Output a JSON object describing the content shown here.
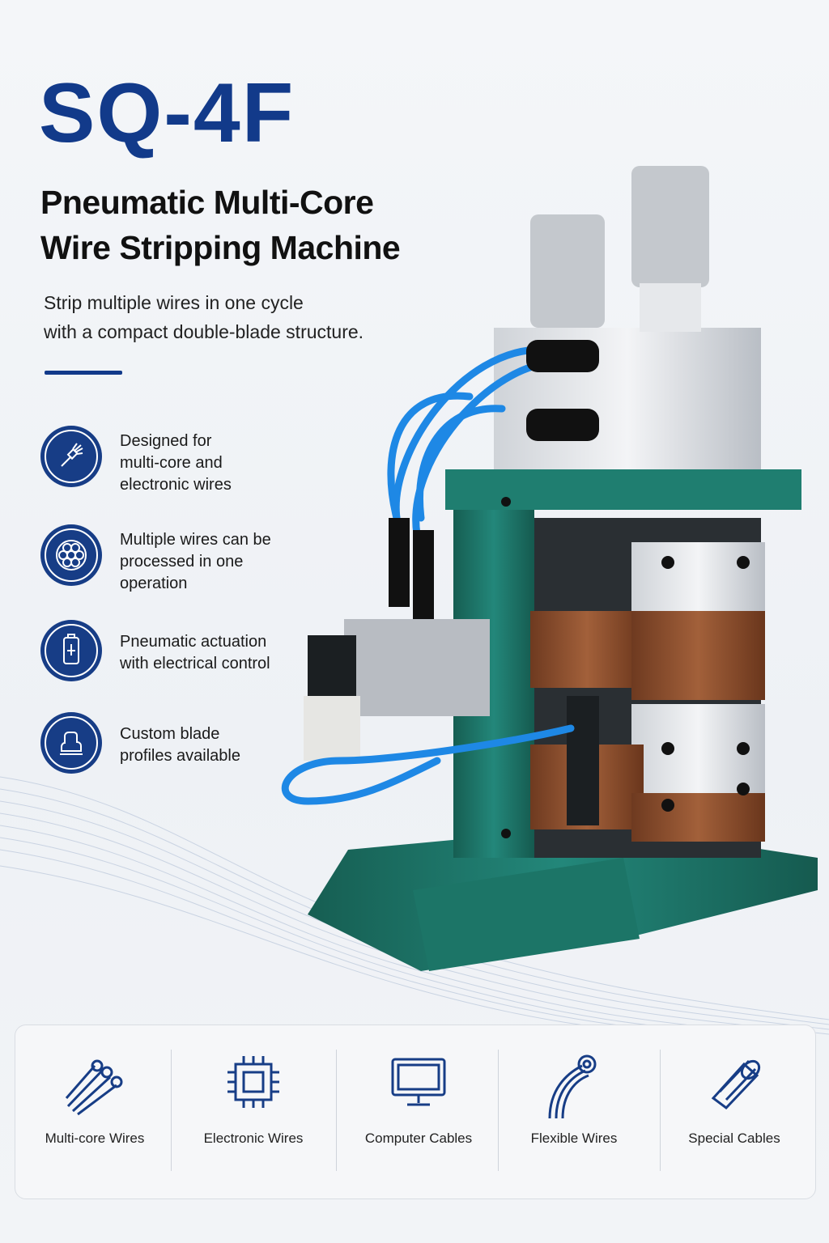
{
  "product": {
    "model": "SQ-4F",
    "title_line1": "Pneumatic Multi-Core",
    "title_line2": "Wire Stripping Machine",
    "desc_line1": "Strip multiple wires in one cycle",
    "desc_line2": "with a compact double-blade structure."
  },
  "features": [
    {
      "icon": "wire-brush-icon",
      "line1": "Designed for",
      "line2": "multi-core and",
      "line3": "electronic wires"
    },
    {
      "icon": "wire-bundle-icon",
      "line1": "Multiple wires can be",
      "line2": "processed in one",
      "line3": "operation"
    },
    {
      "icon": "cylinder-icon",
      "line1": "Pneumatic actuation",
      "line2": "with electrical control",
      "line3": ""
    },
    {
      "icon": "blade-profile-icon",
      "line1": "Custom blade",
      "line2": "profiles available",
      "line3": ""
    }
  ],
  "applications": [
    {
      "icon": "multi-core-wire-icon",
      "label": "Multi-core Wires"
    },
    {
      "icon": "chip-icon",
      "label": "Electronic Wires"
    },
    {
      "icon": "monitor-icon",
      "label": "Computer Cables"
    },
    {
      "icon": "flexible-wire-icon",
      "label": "Flexible Wires"
    },
    {
      "icon": "special-cable-icon",
      "label": "Special Cables"
    }
  ],
  "colors": {
    "brand_blue": "#123a8a",
    "machine_green": "#1f7a6a",
    "hose_blue": "#1e88e5",
    "copper": "#8a4b2a"
  }
}
